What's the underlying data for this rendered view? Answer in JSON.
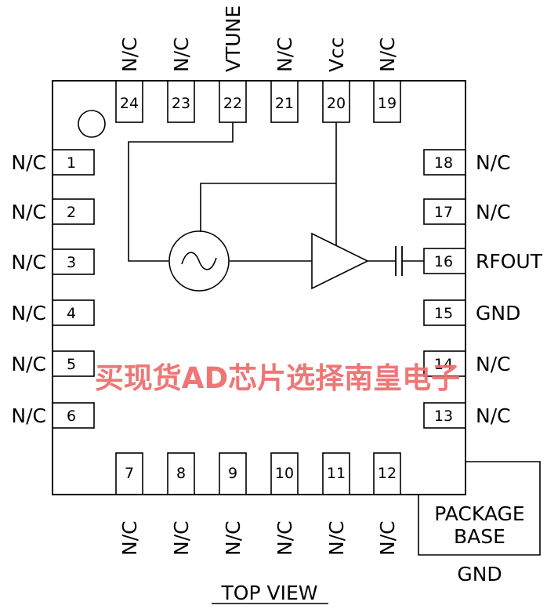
{
  "pins": {
    "top": [
      {
        "num": "24",
        "label": "N/C"
      },
      {
        "num": "23",
        "label": "N/C"
      },
      {
        "num": "22",
        "label": "VTUNE"
      },
      {
        "num": "21",
        "label": "N/C"
      },
      {
        "num": "20",
        "label": "Vcc"
      },
      {
        "num": "19",
        "label": "N/C"
      }
    ],
    "left": [
      {
        "num": "1",
        "label": "N/C"
      },
      {
        "num": "2",
        "label": "N/C"
      },
      {
        "num": "3",
        "label": "N/C"
      },
      {
        "num": "4",
        "label": "N/C"
      },
      {
        "num": "5",
        "label": "N/C"
      },
      {
        "num": "6",
        "label": "N/C"
      }
    ],
    "right": [
      {
        "num": "18",
        "label": "N/C"
      },
      {
        "num": "17",
        "label": "N/C"
      },
      {
        "num": "16",
        "label": "RFOUT"
      },
      {
        "num": "15",
        "label": "GND"
      },
      {
        "num": "14",
        "label": "N/C"
      },
      {
        "num": "13",
        "label": "N/C"
      }
    ],
    "bottom": [
      {
        "num": "7",
        "label": "N/C"
      },
      {
        "num": "8",
        "label": "N/C"
      },
      {
        "num": "9",
        "label": "N/C"
      },
      {
        "num": "10",
        "label": "N/C"
      },
      {
        "num": "11",
        "label": "N/C"
      },
      {
        "num": "12",
        "label": "N/C"
      }
    ]
  },
  "package_base": {
    "line1": "PACKAGE",
    "line2": "BASE",
    "label": "GND"
  },
  "view_title": "TOP VIEW",
  "watermark": "买现货AD芯片选择南皇电子",
  "colors": {
    "line": "#000000",
    "watermark": "#ef6f6f",
    "background": "#ffffff"
  }
}
